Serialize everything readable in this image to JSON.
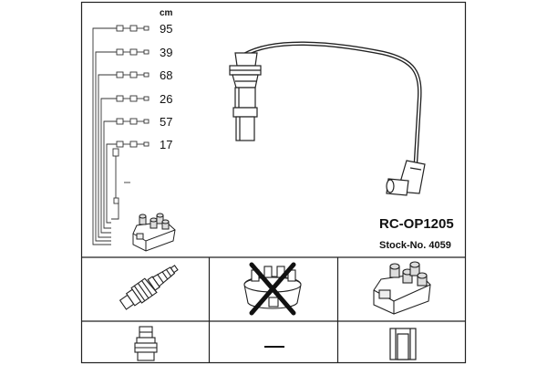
{
  "header": {
    "unit": "cm",
    "part_number": "RC-OP1205",
    "stock_label": "Stock-No. 4059"
  },
  "cables": [
    {
      "length": "95"
    },
    {
      "length": "39"
    },
    {
      "length": "68"
    },
    {
      "length": "26"
    },
    {
      "length": "57"
    },
    {
      "length": "17"
    }
  ],
  "components": {
    "plug_type": "spark-plug-icon",
    "distributor": "distributor-cap-icon",
    "coil": "ignition-coil-icon",
    "connector_plug": "plug-connector-icon",
    "connector_distributor": "",
    "connector_coil": "coil-terminal-icon",
    "distributor_na_marker": "—"
  },
  "colors": {
    "line": "#222222",
    "background": "#ffffff"
  }
}
